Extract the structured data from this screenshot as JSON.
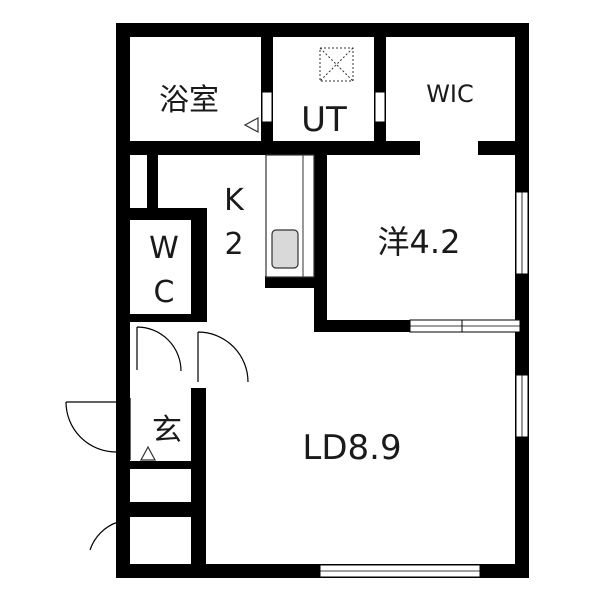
{
  "rooms": {
    "bath": "浴室",
    "utility": "UT",
    "closet": "WIC",
    "kitchen_k": "K",
    "kitchen_n": "2",
    "western": "洋4.2",
    "wc_w": "W",
    "wc_c": "C",
    "entrance": "玄",
    "living": "LD8.9"
  },
  "colors": {
    "wall": "#000000",
    "fixture_stroke": "#333333",
    "fixture_fill": "#d9d9d9",
    "background": "#ffffff"
  }
}
